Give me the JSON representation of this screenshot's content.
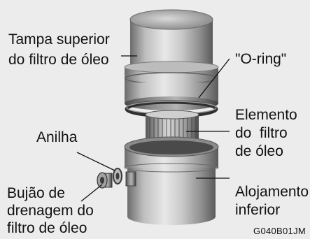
{
  "labels": {
    "tampa_line1": "Tampa superior",
    "tampa_line2": "do filtro de óleo",
    "oring": "\"O-ring\"",
    "elemento_line1": "Elemento",
    "elemento_line2": "do  filtro",
    "elemento_line3": "de óleo",
    "anilha": "Anilha",
    "bujao_line1": "Bujão de",
    "bujao_line2": "drenagem do",
    "bujao_line3": "filtro de óleo",
    "alojamento_line1": "Alojamento",
    "alojamento_line2": "inferior"
  },
  "figure_code": "G040B01JM"
}
